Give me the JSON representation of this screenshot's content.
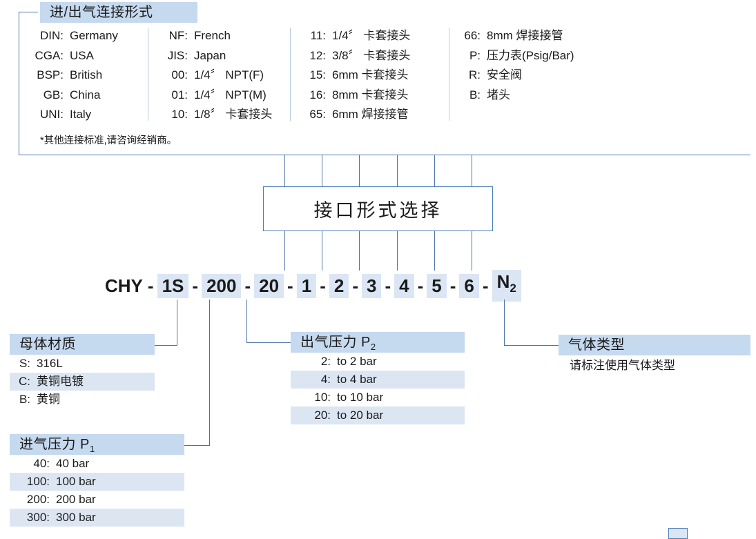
{
  "connection_types": {
    "title": "进/出气连接形式",
    "note": "*其他连接标准,请咨询经销商。",
    "columns": [
      {
        "items": [
          {
            "key": "DIN:",
            "value": "Germany"
          },
          {
            "key": "CGA:",
            "value": "USA"
          },
          {
            "key": "BSP:",
            "value": "British"
          },
          {
            "key": "GB:",
            "value": "China"
          },
          {
            "key": "UNI:",
            "value": "Italy"
          }
        ]
      },
      {
        "items": [
          {
            "key": "NF:",
            "value": "French"
          },
          {
            "key": "JIS:",
            "value": "Japan"
          },
          {
            "key": "00:",
            "value": "1/4〞 NPT(F)"
          },
          {
            "key": "01:",
            "value": "1/4〞 NPT(M)"
          },
          {
            "key": "10:",
            "value": "1/8〞 卡套接头"
          }
        ]
      },
      {
        "items": [
          {
            "key": "11:",
            "value": "1/4〞 卡套接头"
          },
          {
            "key": "12:",
            "value": "3/8〞 卡套接头"
          },
          {
            "key": "15:",
            "value": "6mm 卡套接头"
          },
          {
            "key": "16:",
            "value": "8mm 卡套接头"
          },
          {
            "key": "65:",
            "value": "6mm 焊接接管"
          }
        ]
      },
      {
        "items": [
          {
            "key": "66:",
            "value": "8mm 焊接接管"
          },
          {
            "key": "P:",
            "value": "压力表(Psig/Bar)"
          },
          {
            "key": "R:",
            "value": "安全阀"
          },
          {
            "key": "B:",
            "value": "堵头"
          }
        ]
      }
    ]
  },
  "center_box": {
    "label": "接口形式选择"
  },
  "part_number": {
    "segments": [
      {
        "text": "CHY",
        "highlight": false
      },
      {
        "text": "-",
        "separator": true
      },
      {
        "text": "1S",
        "highlight": true
      },
      {
        "text": "-",
        "separator": true
      },
      {
        "text": "200",
        "highlight": true
      },
      {
        "text": "-",
        "separator": true
      },
      {
        "text": "20",
        "highlight": true
      },
      {
        "text": "-",
        "separator": true
      },
      {
        "text": "1",
        "highlight": true
      },
      {
        "text": "-",
        "separator": true
      },
      {
        "text": "2",
        "highlight": true
      },
      {
        "text": "-",
        "separator": true
      },
      {
        "text": "3",
        "highlight": true
      },
      {
        "text": "-",
        "separator": true
      },
      {
        "text": "4",
        "highlight": true
      },
      {
        "text": "-",
        "separator": true
      },
      {
        "text": "5",
        "highlight": true
      },
      {
        "text": "-",
        "separator": true
      },
      {
        "text": "6",
        "highlight": true
      },
      {
        "text": "-",
        "separator": true
      },
      {
        "text": "N2",
        "highlight": true,
        "subscript": "2",
        "base": "N"
      }
    ],
    "full_text": "CHY - 1S -200- 20 - 1 - 2 - 3 - 4 - 5 - 6 - N2"
  },
  "body_material": {
    "title": "母体材质",
    "options": [
      {
        "key": "S:",
        "value": "316L",
        "highlight": false
      },
      {
        "key": "C:",
        "value": "黄铜电镀",
        "highlight": true
      },
      {
        "key": "B:",
        "value": "黄铜",
        "highlight": false
      }
    ]
  },
  "inlet_pressure": {
    "title": "进气压力 P1",
    "title_base": "进气压力 P",
    "title_sub": "1",
    "options": [
      {
        "key": "40:",
        "value": "40 bar",
        "highlight": false
      },
      {
        "key": "100:",
        "value": "100 bar",
        "highlight": true
      },
      {
        "key": "200:",
        "value": "200 bar",
        "highlight": false
      },
      {
        "key": "300:",
        "value": "300 bar",
        "highlight": true
      }
    ]
  },
  "outlet_pressure": {
    "title": "出气压力 P2",
    "title_base": "出气压力 P",
    "title_sub": "2",
    "options": [
      {
        "key": "2:",
        "value": "to 2 bar",
        "highlight": false
      },
      {
        "key": "4:",
        "value": "to 4 bar",
        "highlight": true
      },
      {
        "key": "10:",
        "value": "to 10 bar",
        "highlight": false
      },
      {
        "key": "20:",
        "value": "to 20 bar",
        "highlight": true
      }
    ]
  },
  "gas_type": {
    "title": "气体类型",
    "note": "请标注使用气体类型"
  },
  "colors": {
    "title_band": "#c5d9ef",
    "row_band": "#dce6f3",
    "line": "#4a73a8",
    "box_border": "#4a7ebb",
    "text": "#1a1a1a"
  }
}
